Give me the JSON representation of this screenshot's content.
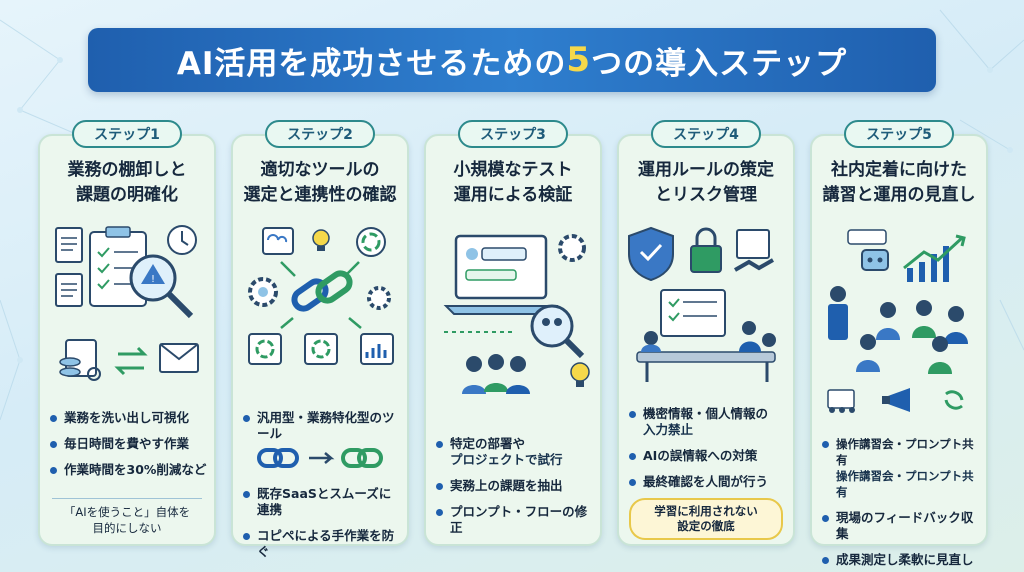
{
  "title": {
    "prefix": "AI活用を成功させるための",
    "number": "5",
    "suffix": "つの導入ステップ"
  },
  "colors": {
    "banner": "#1f5fae",
    "accent_number": "#f5d84a",
    "card_bg": "#ecf7ee",
    "badge_border": "#2d8a8c"
  },
  "steps": [
    {
      "badge": "ステップ1",
      "heading": [
        "業務の棚卸しと",
        "課題の明確化"
      ],
      "icons": [
        "clipboard-checklist-icon",
        "documents-icon",
        "clock-icon",
        "warning-magnifier-icon",
        "database-icon",
        "sync-arrows-icon",
        "email-icon"
      ],
      "bullets": [
        "業務を洗い出し可視化",
        "毎日時間を費やす作業",
        "作業時間を30%削減など"
      ],
      "note": [
        "「AIを使うこと」自体を",
        "目的にしない"
      ]
    },
    {
      "badge": "ステップ2",
      "heading": [
        "適切なツールの",
        "選定と連携性の確認"
      ],
      "icons": [
        "cloud-server-icon",
        "lightbulb-icon",
        "cycle-icon",
        "chain-link-icon",
        "gear-icon",
        "chart-icon"
      ],
      "bullets": [
        "汎用型・業務特化型のツール",
        "既存SaaSとスムーズに連携",
        "コピペによる手作業を防ぐ"
      ]
    },
    {
      "badge": "ステップ3",
      "heading": [
        "小規模なテスト",
        "運用による検証"
      ],
      "icons": [
        "laptop-chat-icon",
        "gear-icon",
        "magnifier-team-icon",
        "lightbulb-icon",
        "team-icon"
      ],
      "bullets": [
        "特定の部署や",
        "プロジェクトで試行",
        "実務上の課題を抽出",
        "プロンプト・フローの修正"
      ]
    },
    {
      "badge": "ステップ4",
      "heading": [
        "運用ルールの策定",
        "とリスク管理"
      ],
      "icons": [
        "shield-check-icon",
        "padlock-icon",
        "handshake-icon",
        "meeting-icon"
      ],
      "bullets": [
        "機密情報・個人情報の",
        "入力禁止",
        "AIの誤情報への対策",
        "最終確認を人間が行う"
      ],
      "pill": [
        "学習に利用されない",
        "設定の徹底"
      ]
    },
    {
      "badge": "ステップ5",
      "heading": [
        "社内定着に向けた",
        "講習と運用の見直し"
      ],
      "icons": [
        "presenter-icon",
        "growth-chart-icon",
        "robot-icon",
        "training-icon",
        "megaphone-icon",
        "refresh-icon"
      ],
      "bullets": [
        "操作講習会・プロンプト共有",
        "操作講習会・プロンプト共有",
        "現場のフィードバック収集",
        "成果測定し柔軟に見直し"
      ]
    }
  ]
}
